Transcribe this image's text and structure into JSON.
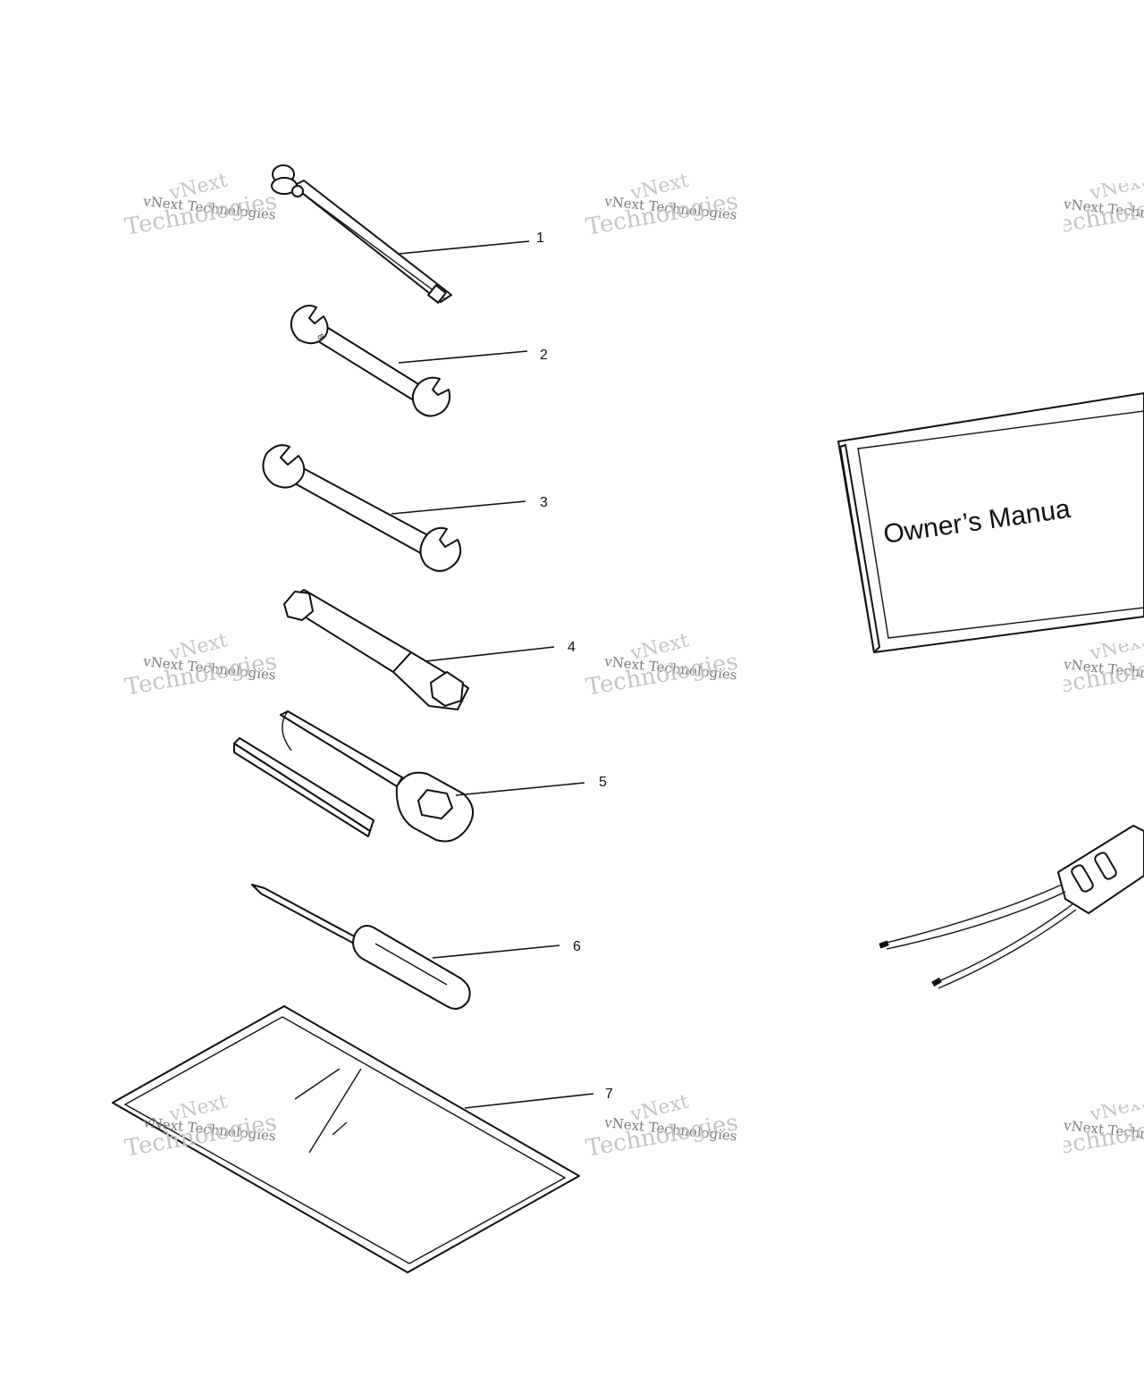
{
  "diagram": {
    "callouts": [
      "1",
      "2",
      "3",
      "4",
      "5",
      "6",
      "7"
    ],
    "manual_title": "Owner’s Manua",
    "watermark": {
      "line1": "vNext",
      "line2": "vNext Technologies",
      "line3": "Technologies"
    }
  }
}
